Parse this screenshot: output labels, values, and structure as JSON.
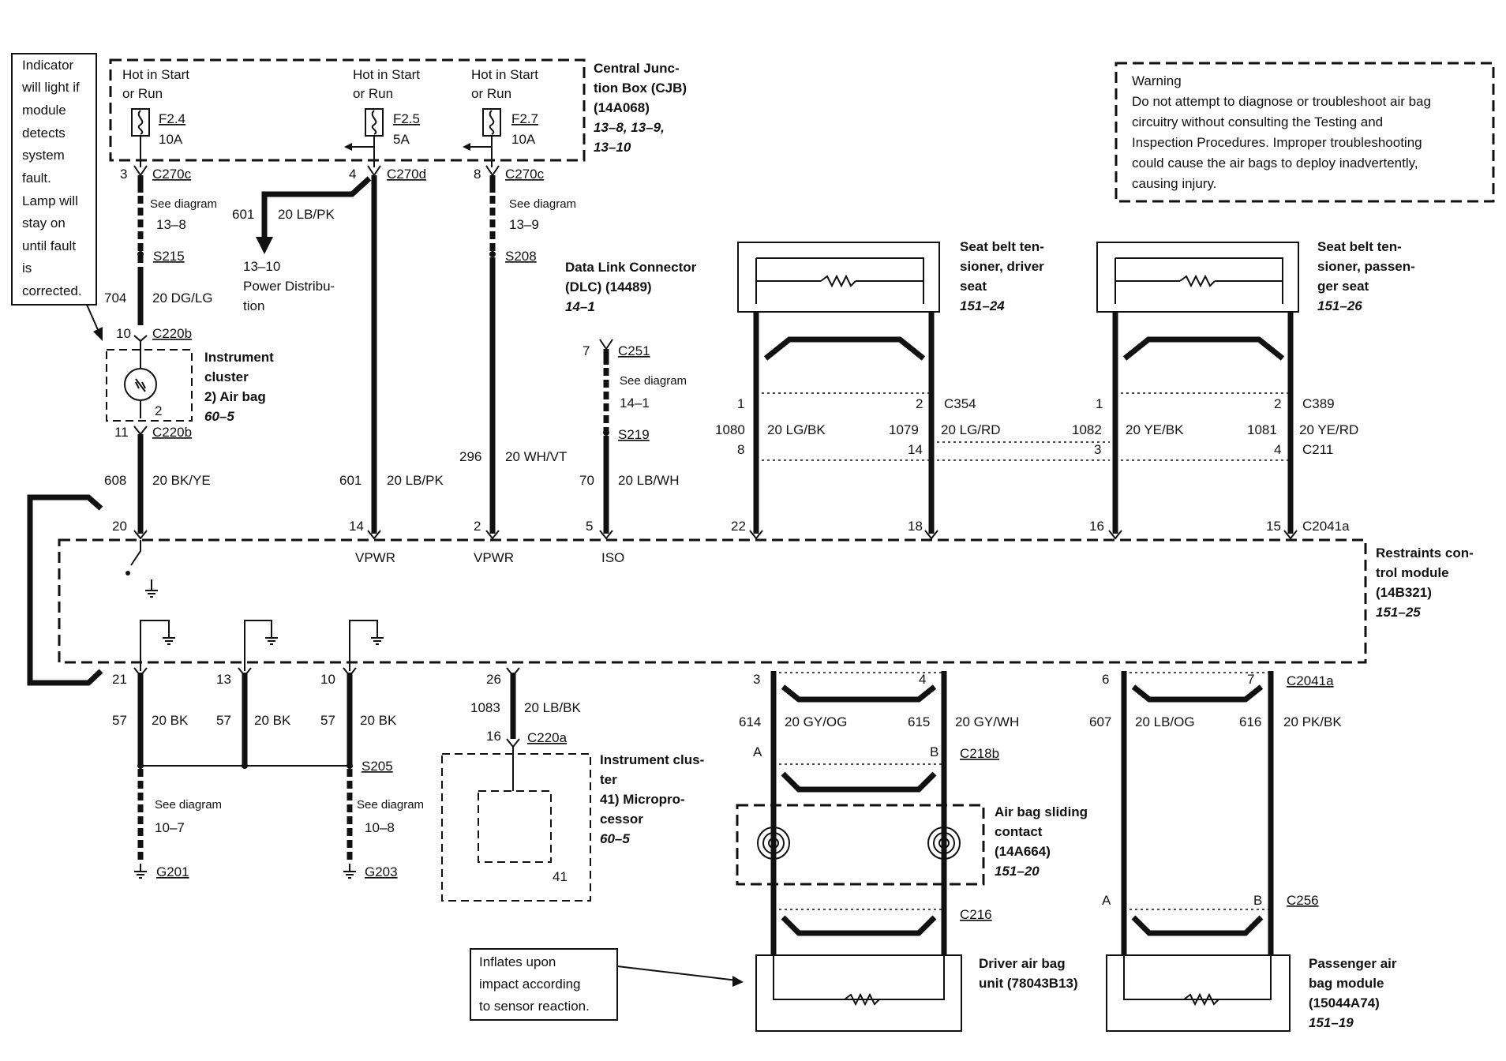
{
  "indicator_note": [
    "Indicator",
    "will light if",
    "module",
    "detects",
    "system",
    "fault.",
    "Lamp will",
    "stay on",
    "until fault",
    "is",
    "corrected."
  ],
  "warning": {
    "title": "Warning",
    "lines": [
      "Do not attempt to diagnose or troubleshoot air bag",
      "circuitry without consulting the Testing and",
      "Inspection Procedures. Improper troubleshooting",
      "could cause the air bags to deploy inadvertently,",
      "causing injury."
    ]
  },
  "cjb": {
    "title_lines": [
      "Central Junc-",
      "tion Box (CJB)",
      "(14A068)"
    ],
    "refs": [
      "13–8, 13–9,",
      "13–10"
    ],
    "hot1": [
      "Hot in Start",
      "or Run"
    ],
    "hot2": [
      "Hot in Start",
      "or Run"
    ],
    "hot3": [
      "Hot in Start",
      "or Run"
    ],
    "f1": [
      "F2.4",
      "10A"
    ],
    "f2": [
      "F2.5",
      "5A"
    ],
    "f3": [
      "F2.7",
      "10A"
    ]
  },
  "upper_left": {
    "pin3": "3",
    "c270c_1": "C270c",
    "see1": "See diagram",
    "see1_ref": "13–8",
    "s215": "S215",
    "w704": "704",
    "w704c": "20 DG/LG",
    "pin10": "10",
    "c220b_1": "C220b",
    "ic_lines": [
      "Instrument",
      "cluster",
      "2)   Air bag"
    ],
    "ic_ref": "60–5",
    "ic_pin": "2",
    "pin11": "11",
    "c220b_2": "C220b",
    "w608": "608",
    "w608c": "20 BK/YE",
    "pin20": "20"
  },
  "mid_upper": {
    "pin4": "4",
    "c270d": "C270d",
    "w601": "601",
    "w601c": "20 LB/PK",
    "pd_lines": [
      "13–10",
      "Power Distribu-",
      "tion"
    ],
    "w601b": "601",
    "w601bc": "20 LB/PK",
    "pin14": "14",
    "vpwr1": "VPWR",
    "pin8": "8",
    "c270c_2": "C270c",
    "see2": "See diagram",
    "see2_ref": "13–9",
    "s208": "S208",
    "w296": "296",
    "w296c": "20 WH/VT",
    "pin2": "2",
    "vpwr2": "VPWR"
  },
  "dlc": {
    "title_lines": [
      "Data Link Connector",
      "(DLC) (14489)"
    ],
    "ref": "14–1",
    "pin7": "7",
    "c251": "C251",
    "see": "See diagram",
    "see_ref": "14–1",
    "s219": "S219",
    "w70": "70",
    "w70c": "20 LB/WH",
    "pin5": "5",
    "iso": "ISO"
  },
  "tensioner_driver": {
    "title_lines": [
      "Seat belt ten-",
      "sioner, driver",
      "seat"
    ],
    "ref": "151–24",
    "p1": "1",
    "p2": "2",
    "c354": "C354",
    "w1080": "1080",
    "w1080c": "20 LG/BK",
    "w1079": "1079",
    "w1079c": "20 LG/RD",
    "p8": "8",
    "p14": "14",
    "p22": "22",
    "p18": "18"
  },
  "tensioner_pass": {
    "title_lines": [
      "Seat belt ten-",
      "sioner, passen-",
      "ger seat"
    ],
    "ref": "151–26",
    "p1": "1",
    "p2": "2",
    "c389": "C389",
    "w1082": "1082",
    "w1082c": "20 YE/BK",
    "w1081": "1081",
    "w1081c": "20 YE/RD",
    "p3": "3",
    "p4": "4",
    "c211": "C211",
    "p16": "16",
    "p15": "15",
    "c2041a": "C2041a"
  },
  "rcm": {
    "title_lines": [
      "Restraints con-",
      "trol module",
      "(14B321)"
    ],
    "ref": "151–25"
  },
  "grounds": {
    "p21": "21",
    "p13": "13",
    "p10": "10",
    "w57a": "57",
    "w57ac": "20 BK",
    "w57b": "57",
    "w57bc": "20 BK",
    "w57c": "57",
    "w57cc": "20 BK",
    "s205": "S205",
    "see_a": "See diagram",
    "see_a_ref": "10–7",
    "g201": "G201",
    "see_b": "See diagram",
    "see_b_ref": "10–8",
    "g203": "G203"
  },
  "micro": {
    "p26": "26",
    "w1083": "1083",
    "w1083c": "20 LB/BK",
    "p16": "16",
    "c220a": "C220a",
    "title_lines": [
      "Instrument clus-",
      "ter",
      "41)  Micropro-",
      "       cessor"
    ],
    "ref": "60–5",
    "p41": "41"
  },
  "driver_bag": {
    "p3": "3",
    "p4": "4",
    "w614": "614",
    "w614c": "20 GY/OG",
    "w615": "615",
    "w615c": "20 GY/WH",
    "pA": "A",
    "pB": "B",
    "c218b": "C218b",
    "clock_lines": [
      "Air bag sliding",
      "contact",
      "(14A664)"
    ],
    "clock_ref": "151–20",
    "c216": "C216",
    "unit_lines": [
      "Driver air bag",
      "unit (78043B13)"
    ],
    "inflate": [
      "Inflates upon",
      "impact according",
      "to sensor reaction."
    ]
  },
  "pass_bag": {
    "p6": "6",
    "p7": "7",
    "c2041a": "C2041a",
    "w607": "607",
    "w607c": "20 LB/OG",
    "w616": "616",
    "w616c": "20 PK/BK",
    "pA": "A",
    "pB": "B",
    "c256": "C256",
    "title_lines": [
      "Passenger air",
      "bag module",
      "(15044A74)"
    ],
    "ref": "151–19"
  }
}
